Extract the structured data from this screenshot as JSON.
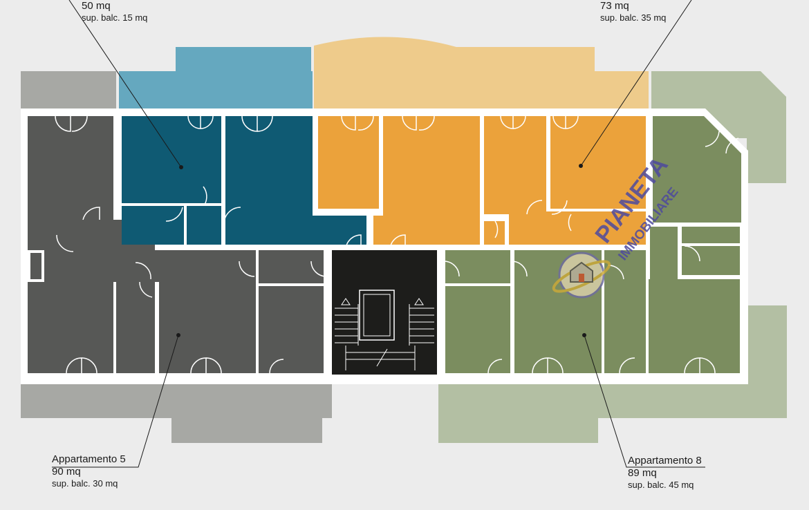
{
  "apartments": [
    {
      "id": "a6",
      "name": "",
      "area": "50 mq",
      "balcony": "sup. balc. 15 mq",
      "color": "#0f5a73",
      "balcony_color": "#65a8bf"
    },
    {
      "id": "a7",
      "name": "",
      "area": "73 mq",
      "balcony": "sup. balc. 35 mq",
      "color": "#eba23b",
      "balcony_color": "#eecb8b"
    },
    {
      "id": "a5",
      "name": "Appartamento 5",
      "area": "90 mq",
      "balcony": "sup. balc. 30 mq",
      "color": "#575856",
      "balcony_color": "#a7a8a4"
    },
    {
      "id": "a8",
      "name": "Appartamento 8",
      "area": "89 mq",
      "balcony": "sup. balc. 45 mq",
      "color": "#7b8d5f",
      "balcony_color": "#b3bfa3"
    }
  ],
  "stairwell_color": "#1d1d1b",
  "watermark": {
    "line1": "PIANETA",
    "line2": "IMMOBILIARE",
    "color": "#4e4a9e"
  }
}
